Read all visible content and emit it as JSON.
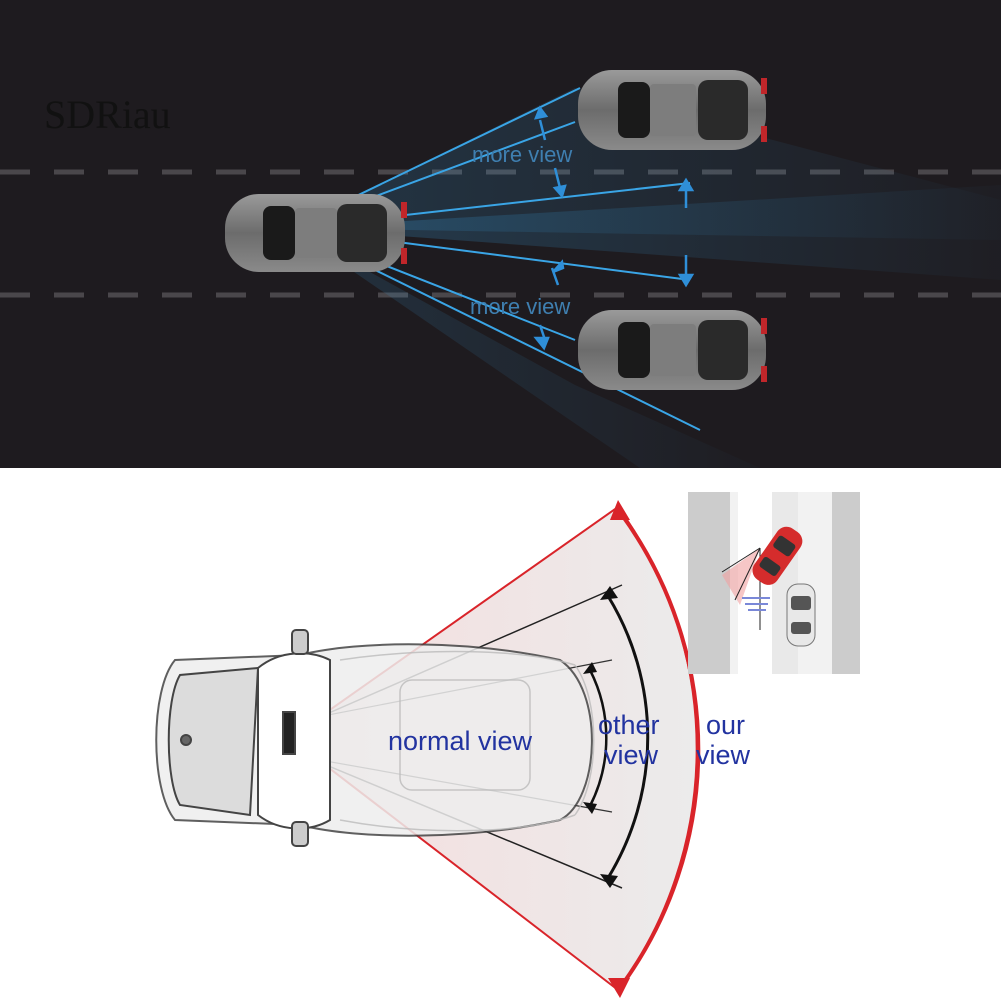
{
  "brand": {
    "text": "SDRiau"
  },
  "top_panel": {
    "label_upper": "more view",
    "label_lower": "more view"
  },
  "bottom_panel": {
    "normal_view": "normal view",
    "other_line1": "other",
    "other_line2": "view",
    "our_line1": "our",
    "our_line2": "view"
  },
  "colors": {
    "road": "#1e1b1f",
    "beam": "#3aa5e6",
    "arrow_blue": "#2f8fd8",
    "wide_view_red": "#d9242a",
    "label_blue": "#2233a0"
  }
}
